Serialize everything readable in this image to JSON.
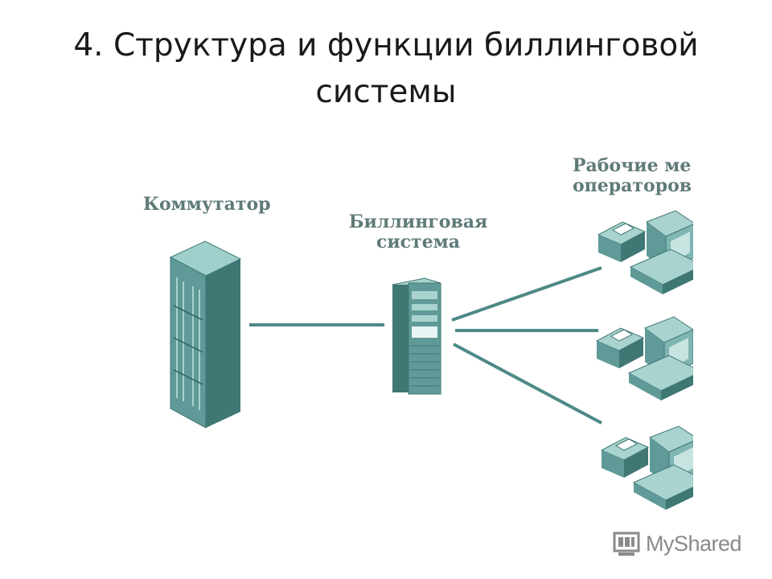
{
  "title": {
    "line1": "4. Структура и функции биллинговой",
    "line2": "системы"
  },
  "diagram": {
    "switch": {
      "label": "Коммутатор",
      "icon": "server-rack-icon"
    },
    "billing": {
      "label_line1": "Биллинговая",
      "label_line2": "система",
      "icon": "tower-server-icon"
    },
    "workstations": {
      "label_line1": "Рабочие ме",
      "label_line2": "операторов",
      "count": 3,
      "icon": "workstation-icon"
    },
    "colors": {
      "equipment": "#5f9a98",
      "equipment_light": "#a9d3cf",
      "equipment_dark": "#3f7775",
      "connector": "#4e8a87",
      "label": "#5f7b79"
    }
  },
  "watermark": {
    "text": "MyShared",
    "icon": "myshared-logo-icon"
  }
}
